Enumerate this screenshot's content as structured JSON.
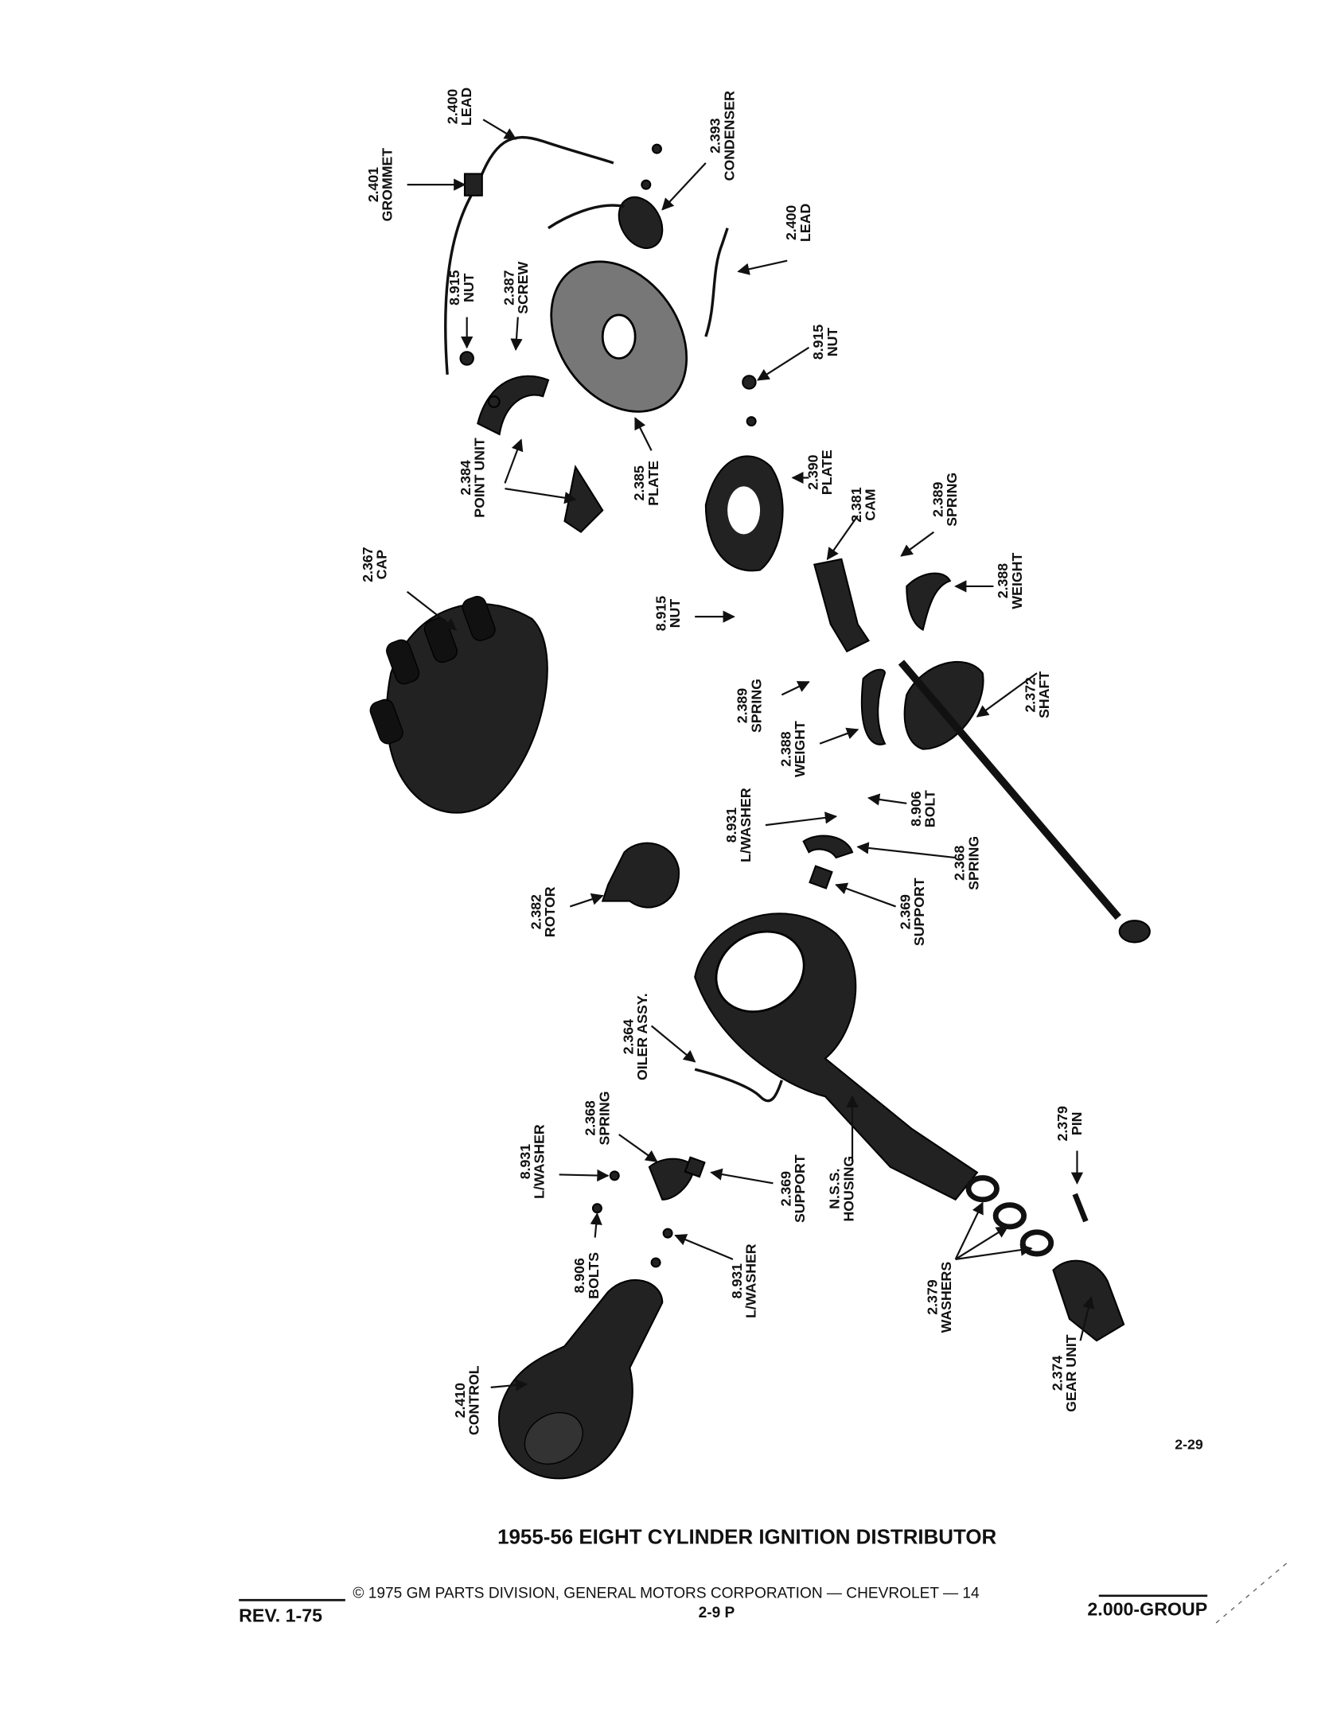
{
  "title": "1955-56 EIGHT CYLINDER IGNITION DISTRIBUTOR",
  "page_ref": "2-29",
  "footer": {
    "copyright": "© 1975 GM PARTS DIVISION, GENERAL MOTORS CORPORATION — CHEVROLET — 14",
    "revision": "REV. 1-75",
    "page": "2-9  P",
    "group": "2.000-GROUP"
  },
  "callouts": [
    {
      "num": "2.400",
      "name": "LEAD"
    },
    {
      "num": "2.401",
      "name": "GROMMET"
    },
    {
      "num": "2.393",
      "name": "CONDENSER"
    },
    {
      "num": "2.400",
      "name": "LEAD"
    },
    {
      "num": "8.915",
      "name": "NUT"
    },
    {
      "num": "2.387",
      "name": "SCREW"
    },
    {
      "num": "8.915",
      "name": "NUT"
    },
    {
      "num": "2.384",
      "name": "POINT UNIT"
    },
    {
      "num": "2.385",
      "name": "PLATE"
    },
    {
      "num": "2.390",
      "name": "PLATE"
    },
    {
      "num": "2.381",
      "name": "CAM"
    },
    {
      "num": "2.389",
      "name": "SPRING"
    },
    {
      "num": "2.367",
      "name": "CAP"
    },
    {
      "num": "2.388",
      "name": "WEIGHT"
    },
    {
      "num": "8.915",
      "name": "NUT"
    },
    {
      "num": "2.389",
      "name": "SPRING"
    },
    {
      "num": "2.372",
      "name": "SHAFT"
    },
    {
      "num": "2.388",
      "name": "WEIGHT"
    },
    {
      "num": "8.931",
      "name": "L/WASHER"
    },
    {
      "num": "8.906",
      "name": "BOLT"
    },
    {
      "num": "2.368",
      "name": "SPRING"
    },
    {
      "num": "2.382",
      "name": "ROTOR"
    },
    {
      "num": "2.369",
      "name": "SUPPORT"
    },
    {
      "num": "2.364",
      "name": "OILER ASSY."
    },
    {
      "num": "2.368",
      "name": "SPRING"
    },
    {
      "num": "2.379",
      "name": "PIN"
    },
    {
      "num": "8.931",
      "name": "L/WASHER"
    },
    {
      "num": "2.369",
      "name": "SUPPORT"
    },
    {
      "num": "N.S.S.",
      "name": "HOUSING"
    },
    {
      "num": "8.931",
      "name": "L/WASHER"
    },
    {
      "num": "8.906",
      "name": "BOLTS"
    },
    {
      "num": "2.379",
      "name": "WASHERS"
    },
    {
      "num": "2.374",
      "name": "GEAR UNIT"
    },
    {
      "num": "2.410",
      "name": "CONTROL"
    }
  ]
}
